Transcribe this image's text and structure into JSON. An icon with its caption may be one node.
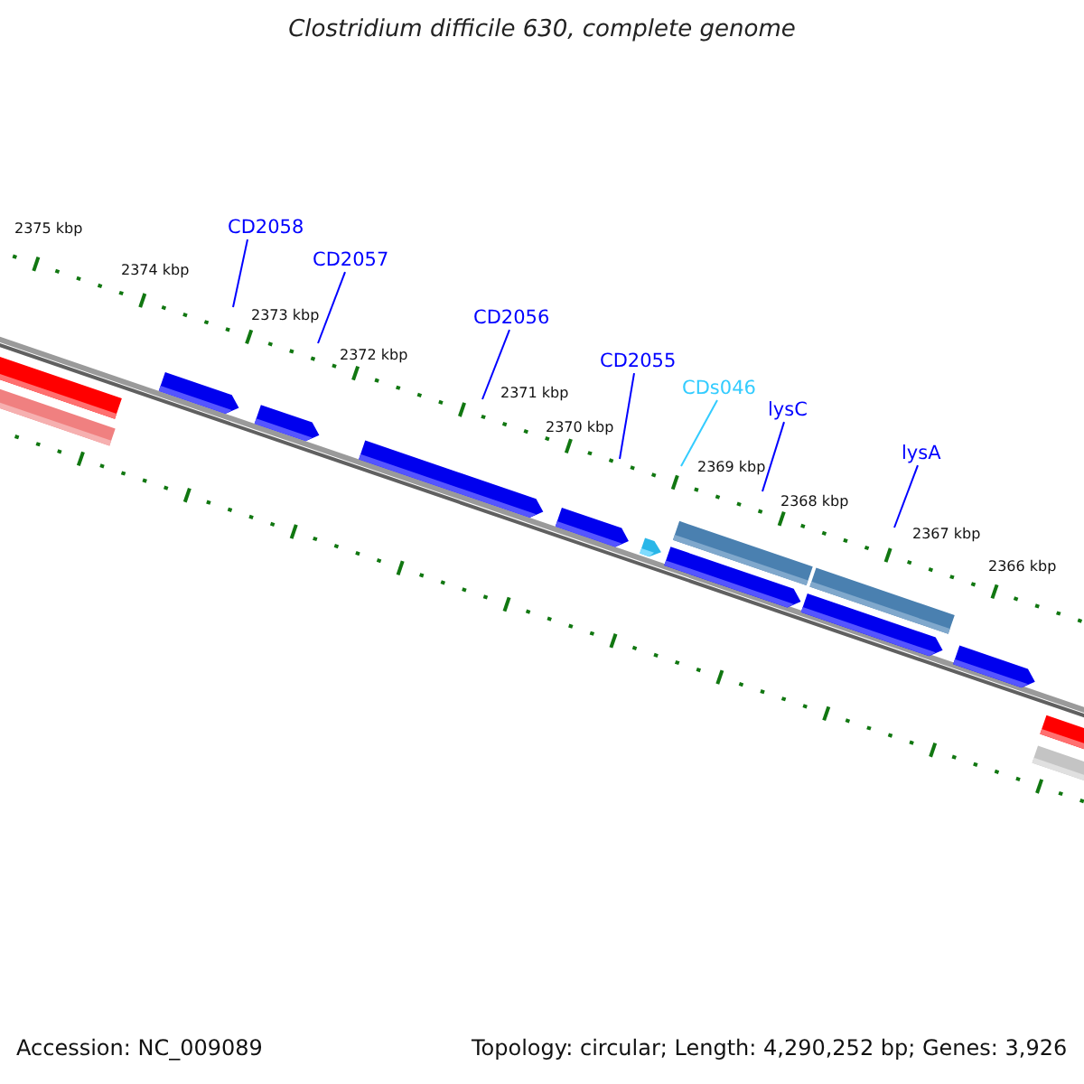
{
  "diagram": {
    "title": "Clostridium difficile 630, complete genome",
    "nodes": [
      {
        "text": [
          "CD2058"
        ]
      },
      {
        "text": [
          "CD2057"
        ]
      },
      {
        "text": [
          "CD2056"
        ]
      },
      {
        "text": [
          "CD2055"
        ]
      },
      {
        "text": [
          "CDs046"
        ]
      },
      {
        "text": [
          "lysC"
        ]
      },
      {
        "text": [
          "lysA"
        ]
      }
    ],
    "edges": [
      {
        "from": 0,
        "to": null,
        "arrow": "none"
      },
      {
        "from": 1,
        "to": null,
        "arrow": "none"
      },
      {
        "from": 2,
        "to": null,
        "arrow": "none"
      },
      {
        "from": 3,
        "to": null,
        "arrow": "none"
      },
      {
        "from": 4,
        "to": null,
        "arrow": "none",
        "color": "#33ccff"
      },
      {
        "from": 5,
        "to": null,
        "arrow": "none"
      },
      {
        "from": 6,
        "to": null,
        "arrow": "none"
      }
    ],
    "labels": [
      "2375 kbp",
      "2374 kbp",
      "2373 kbp",
      "2372 kbp",
      "2371 kbp",
      "2370 kbp",
      "2369 kbp",
      "2368 kbp",
      "2367 kbp",
      "2366 kbp",
      "Accession: NC_009089",
      "Topology: circular; Length: 4,290,252 bp; Genes: 3,926"
    ]
  }
}
